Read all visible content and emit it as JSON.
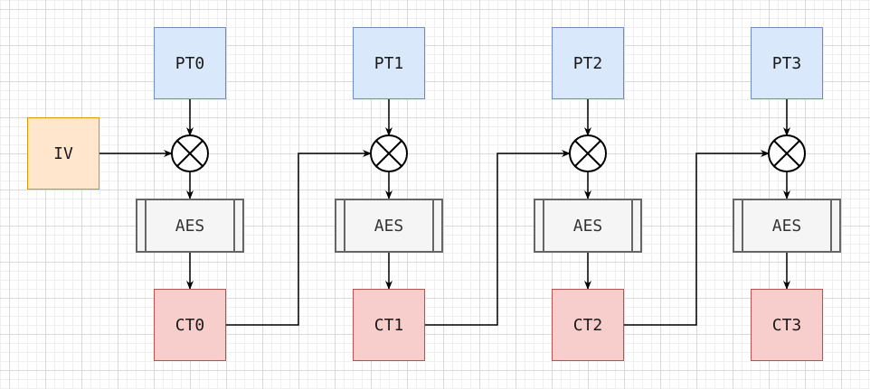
{
  "iv": {
    "label": "IV",
    "fill": "#ffe6cc",
    "stroke": "#d79b00"
  },
  "stages": [
    {
      "plaintext": "PT0",
      "cipher": "AES",
      "ciphertext": "CT0"
    },
    {
      "plaintext": "PT1",
      "cipher": "AES",
      "ciphertext": "CT1"
    },
    {
      "plaintext": "PT2",
      "cipher": "AES",
      "ciphertext": "CT2"
    },
    {
      "plaintext": "PT3",
      "cipher": "AES",
      "ciphertext": "CT3"
    }
  ],
  "colors": {
    "plaintext_fill": "#dae8fc",
    "plaintext_stroke": "#6c8ebf",
    "ciphertext_fill": "#f8cecc",
    "ciphertext_stroke": "#b85450",
    "aes_fill": "#f5f5f5",
    "aes_stroke": "#666666",
    "wire": "#000000"
  },
  "icons": {
    "xor": "xor-circle-icon",
    "arrow": "arrowhead-icon"
  }
}
